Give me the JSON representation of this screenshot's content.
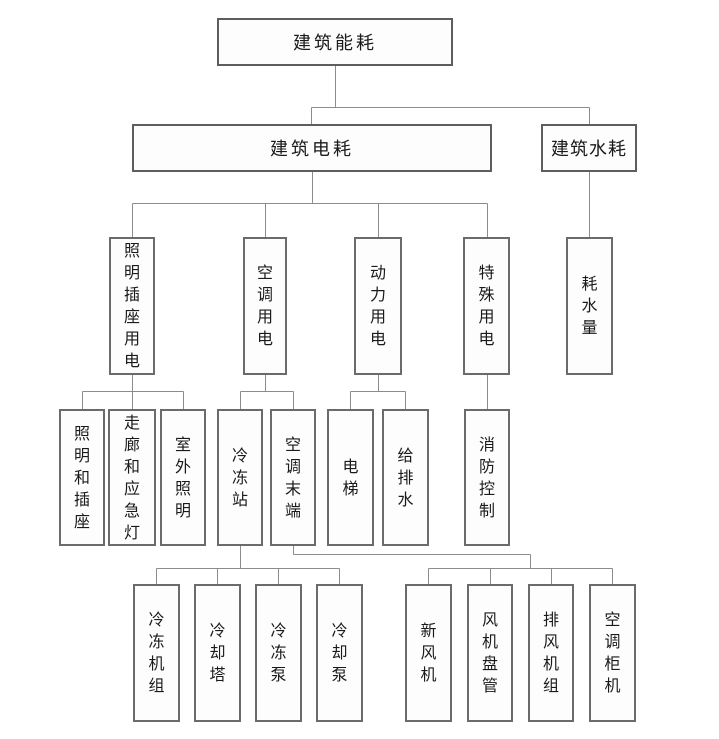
{
  "diagram": {
    "type": "tree",
    "language": "zh-CN",
    "nodes": {
      "building_energy": {
        "label": "建筑能耗",
        "level": 1
      },
      "building_electricity": {
        "label": "建筑电耗",
        "level": 2
      },
      "building_water": {
        "label": "建筑水耗",
        "level": 2
      },
      "lighting_socket": {
        "label": "照明插座用电",
        "level": 3
      },
      "hvac_electricity": {
        "label": "空调用电",
        "level": 3
      },
      "power_electricity": {
        "label": "动力用电",
        "level": 3
      },
      "special_electricity": {
        "label": "特殊用电",
        "level": 3
      },
      "water_usage": {
        "label": "耗水量",
        "level": 3
      },
      "lighting_and_sockets": {
        "label": "照明和插座",
        "level": 4
      },
      "corridor_emergency": {
        "label": "走廊和应急灯",
        "level": 4
      },
      "outdoor_lighting": {
        "label": "室外照明",
        "level": 4
      },
      "chiller_station": {
        "label": "冷冻站",
        "level": 4
      },
      "hvac_terminal": {
        "label": "空调末端",
        "level": 4
      },
      "elevator": {
        "label": "电梯",
        "level": 4
      },
      "water_supply_drainage": {
        "label": "给排水",
        "level": 4
      },
      "fire_control": {
        "label": "消防控制",
        "level": 4
      },
      "chiller_units": {
        "label": "冷冻机组",
        "level": 5
      },
      "cooling_tower": {
        "label": "冷却塔",
        "level": 5
      },
      "chilled_water_pump": {
        "label": "冷冻泵",
        "level": 5
      },
      "cooling_water_pump": {
        "label": "冷却泵",
        "level": 5
      },
      "fresh_air_unit": {
        "label": "新风机",
        "level": 5
      },
      "fan_coil_unit": {
        "label": "风机盘管",
        "level": 5
      },
      "exhaust_fan_unit": {
        "label": "排风机组",
        "level": 5
      },
      "ahu_cabinet_unit": {
        "label": "空调柜机",
        "level": 5
      }
    },
    "hierarchy": {
      "建筑能耗": [
        "建筑电耗",
        "建筑水耗"
      ],
      "建筑电耗": [
        "照明插座用电",
        "空调用电",
        "动力用电",
        "特殊用电"
      ],
      "建筑水耗": [
        "耗水量"
      ],
      "照明插座用电": [
        "照明和插座",
        "走廊和应急灯",
        "室外照明"
      ],
      "空调用电": [
        "冷冻站",
        "空调末端"
      ],
      "动力用电": [
        "电梯",
        "给排水"
      ],
      "特殊用电": [
        "消防控制"
      ],
      "冷冻站": [
        "冷冻机组",
        "冷却塔",
        "冷冻泵",
        "冷却泵"
      ],
      "空调末端": [
        "新风机",
        "风机盘管",
        "排风机组",
        "空调柜机"
      ]
    },
    "colors": {
      "background": "#ffffff",
      "box_border": "#6b6b6b",
      "connector_line": "#8c8c8c",
      "text": "#1a1a1a"
    }
  }
}
